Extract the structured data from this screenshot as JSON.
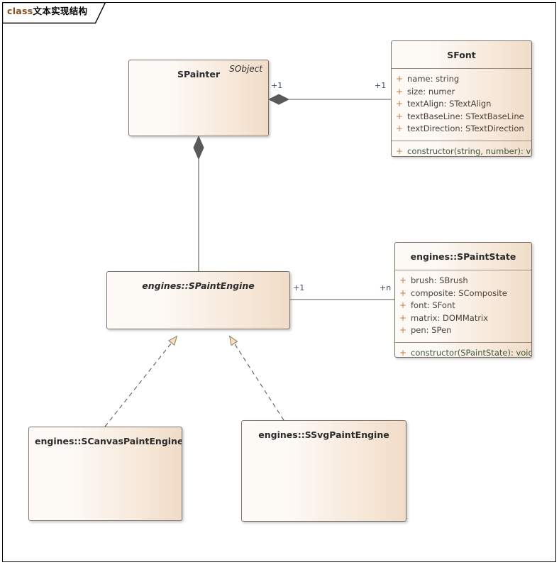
{
  "diagram": {
    "frame_keyword": "class",
    "frame_title": "文本实现结构",
    "type": "uml-class-diagram"
  },
  "classes": {
    "spainter": {
      "name": "SPainter",
      "stereotype": "SObject",
      "abstract": false
    },
    "sfont": {
      "name": "SFont",
      "attributes": [
        {
          "visibility": "+",
          "text": "name: string"
        },
        {
          "visibility": "+",
          "text": "size: numer"
        },
        {
          "visibility": "+",
          "text": "textAlign: STextAlign"
        },
        {
          "visibility": "+",
          "text": "textBaseLine: STextBaseLine"
        },
        {
          "visibility": "+",
          "text": "textDirection: STextDirection"
        }
      ],
      "operations": [
        {
          "visibility": "+",
          "text": "constructor(string, number): void"
        }
      ]
    },
    "spaintengine": {
      "name": "engines::SPaintEngine",
      "abstract": true
    },
    "spaintstate": {
      "name": "engines::SPaintState",
      "attributes": [
        {
          "visibility": "+",
          "text": "brush: SBrush"
        },
        {
          "visibility": "+",
          "text": "composite: SComposite"
        },
        {
          "visibility": "+",
          "text": "font: SFont"
        },
        {
          "visibility": "+",
          "text": "matrix: DOMMatrix"
        },
        {
          "visibility": "+",
          "text": "pen: SPen"
        }
      ],
      "operations": [
        {
          "visibility": "+",
          "text": "constructor(SPaintState): void"
        }
      ]
    },
    "scanvaspaintengine": {
      "name": "engines::SCanvasPaintEngine",
      "abstract": false
    },
    "ssvgpaintengine": {
      "name": "engines::SSvgPaintEngine",
      "abstract": false
    }
  },
  "relationships": {
    "painter_font": {
      "kind": "composition",
      "source_multiplicity": "+1",
      "target_multiplicity": "+1"
    },
    "painter_engine": {
      "kind": "composition"
    },
    "engine_state": {
      "kind": "association",
      "source_multiplicity": "+1",
      "target_multiplicity": "+n"
    },
    "canvas_realizes": {
      "kind": "realization"
    },
    "svg_realizes": {
      "kind": "realization"
    }
  },
  "colors": {
    "class_fill_light": "#fdfaf7",
    "class_fill_dark": "#f0dcc8",
    "class_border": "#7a736c",
    "visibility_marker": "#c08040",
    "attribute_text": "#4d4038",
    "operation_text": "#3f5a42",
    "multiplicity_text": "#404a6b",
    "connector_line": "#595959",
    "triangle_fill": "#f7e0bd",
    "frame_keyword": "#8a4b20"
  }
}
